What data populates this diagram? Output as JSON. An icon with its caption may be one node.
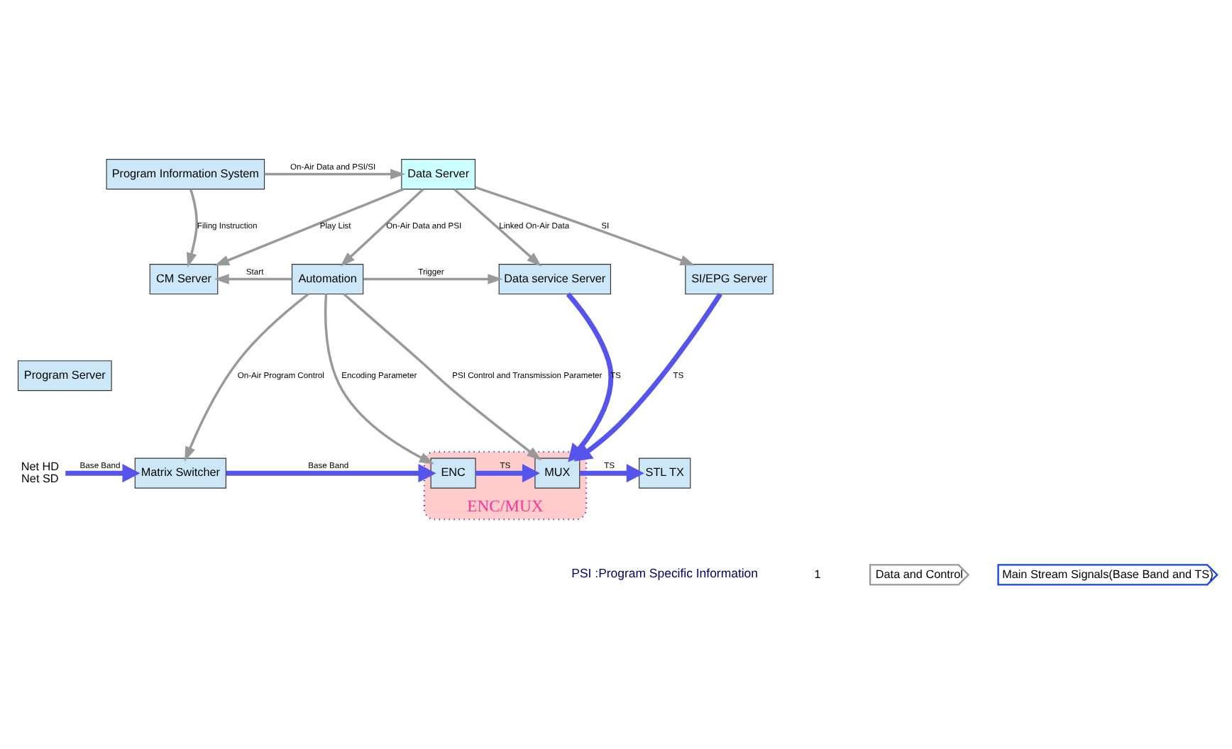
{
  "diagram": {
    "nodes": [
      {
        "text": [
          "Program Information System"
        ]
      },
      {
        "text": [
          "Data Server"
        ]
      },
      {
        "text": [
          "CM Server"
        ]
      },
      {
        "text": [
          "Program Server"
        ]
      },
      {
        "text": [
          "Automation"
        ]
      },
      {
        "text": [
          "Data service Server"
        ]
      },
      {
        "text": [
          "SI/EPG Server"
        ]
      },
      {
        "text": [
          "Net HD",
          "Net SD"
        ]
      },
      {
        "text": [
          "Matrix Switcher"
        ]
      },
      {
        "text": [
          "ENC/MUX"
        ]
      },
      {
        "text": [
          "ENC"
        ],
        "in": 9
      },
      {
        "text": [
          "MUX"
        ],
        "in": 9
      },
      {
        "text": [
          "STL TX"
        ]
      }
    ],
    "edges": [
      {
        "from": 0,
        "to": 1,
        "arrow": "to",
        "label": "On-Air Data and PSI/SI"
      },
      {
        "from": 0,
        "to": 2,
        "arrow": "to",
        "label": "Filing Instruction"
      },
      {
        "from": 1,
        "to": 2,
        "arrow": "to",
        "label": "Play List"
      },
      {
        "from": 1,
        "to": 4,
        "arrow": "to",
        "label": "On-Air Data and PSI"
      },
      {
        "from": 1,
        "to": 5,
        "arrow": "to",
        "label": "Linked On-Air Data"
      },
      {
        "from": 1,
        "to": 6,
        "arrow": "to",
        "label": "SI"
      },
      {
        "from": 4,
        "to": 2,
        "arrow": "to",
        "label": "Start"
      },
      {
        "from": 4,
        "to": 5,
        "arrow": "to",
        "label": "Trigger"
      },
      {
        "from": 4,
        "to": 8,
        "arrow": "to",
        "label": "On-Air Program Control"
      },
      {
        "from": 4,
        "to": 10,
        "arrow": "to",
        "label": "Encoding Parameter"
      },
      {
        "from": 4,
        "to": 11,
        "arrow": "to",
        "label": "PSI Control and Transmission Parameter"
      },
      {
        "from": 5,
        "to": 11,
        "arrow": "to",
        "label": "TS",
        "style": "thick",
        "color": "#5555ee"
      },
      {
        "from": 6,
        "to": 11,
        "arrow": "to",
        "label": "TS",
        "style": "thick",
        "color": "#5555ee"
      },
      {
        "from": 7,
        "to": 8,
        "arrow": "to",
        "label": "Base Band",
        "style": "thick",
        "color": "#5555ee"
      },
      {
        "from": 8,
        "to": 10,
        "arrow": "to",
        "label": "Base Band",
        "style": "thick",
        "color": "#5555ee"
      },
      {
        "from": 10,
        "to": 11,
        "arrow": "to",
        "label": "TS",
        "style": "thick",
        "color": "#5555ee"
      },
      {
        "from": 11,
        "to": 12,
        "arrow": "to",
        "label": "TS",
        "style": "thick",
        "color": "#5555ee"
      }
    ],
    "labels": [
      "PSI :Program Specific Information",
      "1"
    ],
    "legend": [
      {
        "text": "Data and Control"
      },
      {
        "text": "Main Stream Signals(Base Band and TS)"
      }
    ]
  }
}
